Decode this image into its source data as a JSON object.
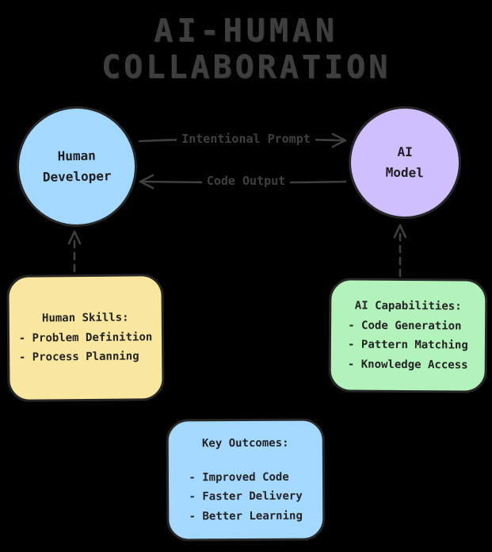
{
  "title": {
    "line1": "AI-HUMAN",
    "line2": "COLLABORATION"
  },
  "nodes": {
    "human": {
      "label_line1": "Human",
      "label_line2": "Developer",
      "fill": "#a5d8ff"
    },
    "ai": {
      "label_line1": "AI",
      "label_line2": "Model",
      "fill": "#d0bfff"
    }
  },
  "arrows": {
    "prompt": {
      "label": "Intentional Prompt",
      "direction": "human-to-ai"
    },
    "output": {
      "label": "Code Output",
      "direction": "ai-to-human"
    }
  },
  "boxes": {
    "human_skills": {
      "title": "Human Skills:",
      "items": [
        "- Problem Definition",
        "- Process Planning"
      ],
      "fill": "#f9e79f"
    },
    "ai_capabilities": {
      "title": "AI Capabilities:",
      "items": [
        "- Code Generation",
        "- Pattern Matching",
        "- Knowledge Access"
      ],
      "fill": "#b2f2bb"
    },
    "key_outcomes": {
      "title": "Key Outcomes:",
      "items": [
        "- Improved Code",
        "- Faster Delivery",
        "- Better Learning"
      ],
      "fill": "#a5d8ff"
    }
  },
  "colors": {
    "background": "#000000",
    "stroke": "#3f3f3f",
    "text_dark": "#242424"
  }
}
